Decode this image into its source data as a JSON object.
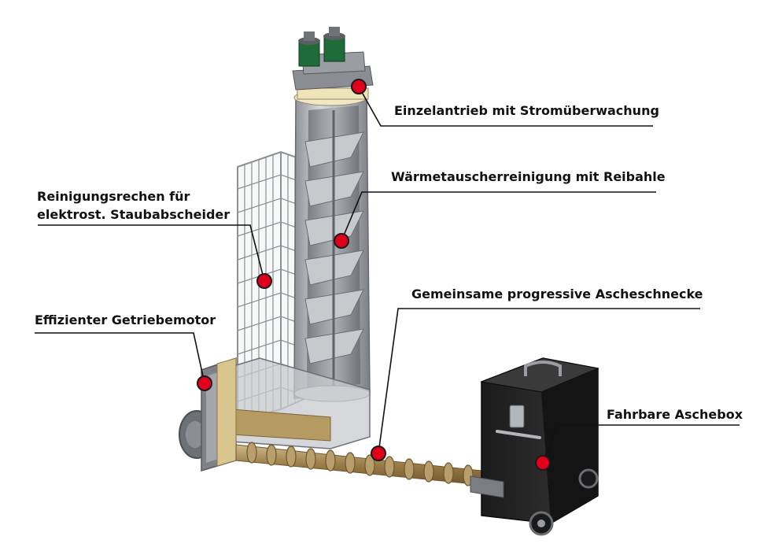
{
  "callouts": {
    "drive": {
      "text": "Einzelantrieb mit Stromüberwachung"
    },
    "heat_exchanger": {
      "text": "Wärmetauscherreinigung mit Reibahle"
    },
    "rake": {
      "text": "Reinigungsrechen für\nelektrost. Staubabscheider"
    },
    "ash_screw": {
      "text": "Gemeinsame progressive Ascheschnecke"
    },
    "gear_motor": {
      "text": "Effizienter Getriebemotor"
    },
    "ash_box": {
      "text": "Fahrbare Aschebox"
    }
  },
  "colors": {
    "marker_fill": "#e0001b",
    "marker_stroke": "#1a1a1a",
    "leader_line": "#111111",
    "steel": "#b9bcc0",
    "ash_box": "#232323",
    "motor_green": "#1f6b3a",
    "screw_brass": "#a68a55"
  }
}
